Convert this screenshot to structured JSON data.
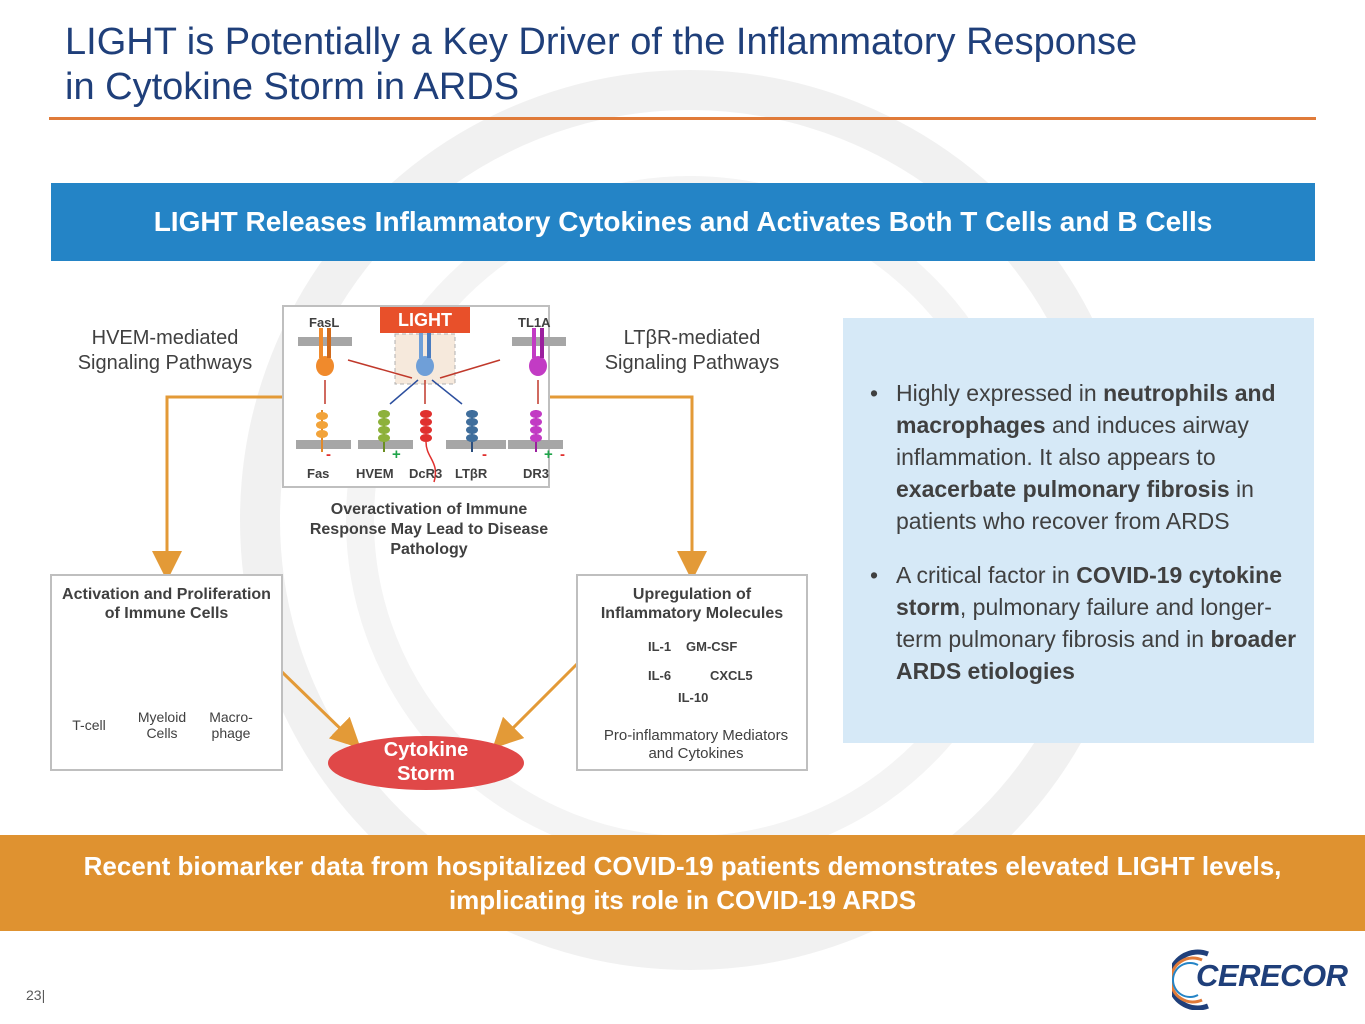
{
  "title_line1": "LIGHT is Potentially a Key Driver of the Inflammatory Response",
  "title_line2": "in Cytokine Storm in ARDS",
  "banner": "LIGHT Releases Inflammatory Cytokines and Activates Both T Cells and B Cells",
  "hvem_pathway": {
    "line1": "HVEM-mediated",
    "line2": "Signaling Pathways"
  },
  "ltbr_pathway": {
    "line1": "LTβR-mediated",
    "line2": "Signaling Pathways"
  },
  "ligands": {
    "fasl": "FasL",
    "light": "LIGHT",
    "tl1a": "TL1A"
  },
  "receptors": {
    "fas": "Fas",
    "hvem": "HVEM",
    "dcr3": "DcR3",
    "ltbr": "LTβR",
    "dr3": "DR3"
  },
  "signs": {
    "minus": "-",
    "plus": "+"
  },
  "overactivation": {
    "line1": "Overactivation of Immune",
    "line2": "Response May Lead to Disease",
    "line3": "Pathology"
  },
  "left_panel": {
    "title_line1": "Activation and Proliferation",
    "title_line2": "of Immune Cells",
    "cells": [
      {
        "line1": "T-cell",
        "line2": ""
      },
      {
        "line1": "Myeloid",
        "line2": "Cells"
      },
      {
        "line1": "Macro-",
        "line2": "phage"
      }
    ]
  },
  "right_panel": {
    "title_line1": "Upregulation of",
    "title_line2": "Inflammatory Molecules",
    "mediators": [
      "IL-1",
      "GM-CSF",
      "IL-6",
      "CXCL5",
      "IL-10"
    ],
    "caption_line1": "Pro-inflammatory Mediators",
    "caption_line2": "and Cytokines"
  },
  "storm": {
    "line1": "Cytokine",
    "line2": "Storm"
  },
  "bullets": [
    {
      "parts": [
        "Highly expressed in ",
        "neutrophils and macrophages",
        " and induces airway inflammation. It also appears to ",
        "exacerbate pulmonary fibrosis",
        " in patients who recover from ARDS"
      ]
    },
    {
      "parts": [
        "A critical factor in ",
        "COVID-19 cytokine storm",
        ", pulmonary failure and longer-term pulmonary fibrosis and in ",
        "broader ARDS etiologies",
        ""
      ]
    }
  ],
  "bullet_char": "•",
  "footer": {
    "line1": "Recent biomarker data from hospitalized COVID-19 patients demonstrates elevated LIGHT levels,",
    "line2": "implicating its role in COVID-19 ARDS"
  },
  "page_number": "23|",
  "logo": "CERECOR",
  "colors": {
    "title": "#1f3f7a",
    "rule": "#e07b39",
    "banner": "#2484c6",
    "arrow": "#e39a37",
    "storm": "#e04848",
    "info_box": "#d6e9f7",
    "footer": "#df9230",
    "up_arrow": "#1fa44a"
  }
}
